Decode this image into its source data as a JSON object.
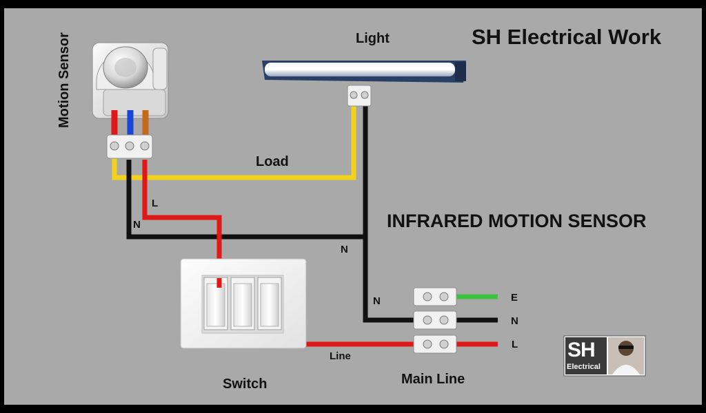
{
  "brand_title": "SH Electrical Work",
  "diagram_title": "INFRARED MOTION SENSOR",
  "components": {
    "motion_sensor": "Motion Sensor",
    "light": "Light",
    "switch": "Switch",
    "main_line": "Main Line"
  },
  "wire_labels": {
    "load": "Load",
    "sensor_l": "L",
    "sensor_n": "N",
    "neutral_n": "N",
    "terminal_n": "N",
    "line": "Line"
  },
  "terminal_labels": {
    "earth": "E",
    "neutral": "N",
    "live": "L"
  },
  "logo": {
    "initials": "SH",
    "caption": "Electrical"
  },
  "colors": {
    "live": "#e01818",
    "neutral": "#111111",
    "load": "#f2d21a",
    "earth": "#3ec13e",
    "sensor_blue": "#1c44d8",
    "sensor_brown": "#c46a1a"
  }
}
